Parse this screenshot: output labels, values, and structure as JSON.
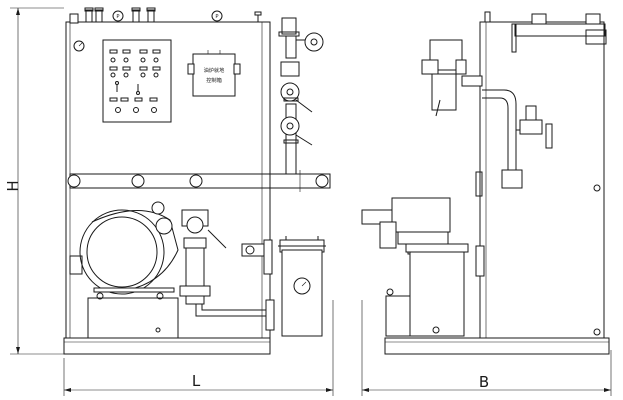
{
  "drawing": {
    "dimensions": {
      "height_label": "H",
      "length_label": "L",
      "width_label": "B"
    },
    "nameplate": {
      "line1": "油炉就地",
      "line2": "控制箱"
    },
    "gauge_letter": "P",
    "line_color": "#1a1a1a",
    "background": "#ffffff"
  }
}
